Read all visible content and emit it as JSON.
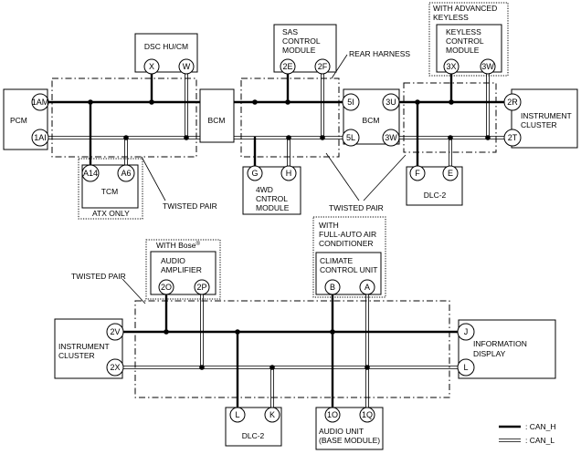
{
  "modules": {
    "pcm": "PCM",
    "bcm_left": "BCM",
    "bcm_right": "BCM",
    "dsc": "DSC HU/CM",
    "sas": [
      "SAS",
      "CONTROL",
      "MODULE"
    ],
    "keyless": [
      "KEYLESS",
      "CONTROL",
      "MODULE"
    ],
    "instrument_top": [
      "INSTRUMENT",
      "CLUSTER"
    ],
    "instrument_bottom": [
      "INSTRUMENT",
      "CLUSTER"
    ],
    "tcm": "TCM",
    "fwd": [
      "4WD",
      "CNTROL",
      "MODULE"
    ],
    "dlc_top": "DLC-2",
    "dlc_bottom": "DLC-2",
    "audio_amp": [
      "AUDIO",
      "AMPLIFIER"
    ],
    "climate": [
      "CLIMATE",
      "CONTROL UNIT"
    ],
    "info": [
      "INFORMATION",
      "DISPLAY"
    ],
    "audio_unit": [
      "AUDIO UNIT",
      "(BASE MODULE)"
    ]
  },
  "pins": {
    "pcm_1am": "1AM",
    "pcm_1ai": "1AI",
    "dsc_x": "X",
    "dsc_w": "W",
    "sas_2e": "2E",
    "sas_2f": "2F",
    "bcm_5i": "5I",
    "bcm_5l": "5L",
    "bcm_3u": "3U",
    "bcm_3w": "3W",
    "keyless_3x": "3X",
    "keyless_3w": "3W",
    "ic_2r": "2R",
    "ic_2t": "2T",
    "tcm_a14": "A14",
    "tcm_a6": "A6",
    "fwd_g": "G",
    "fwd_h": "H",
    "dlc_f": "F",
    "dlc_e": "E",
    "amp_2o": "2O",
    "amp_2p": "2P",
    "clim_b": "B",
    "clim_a": "A",
    "ic_2v": "2V",
    "ic_2x": "2X",
    "info_j": "J",
    "info_l": "L",
    "dlc_l": "L",
    "dlc_k": "K",
    "audio_1o": "1O",
    "audio_1q": "1Q"
  },
  "labels": {
    "with_advanced_keyless": [
      "WITH ADVANCED",
      "KEYLESS"
    ],
    "rear_harness": "REAR HARNESS",
    "twisted_pair_1": "TWISTED PAIR",
    "twisted_pair_2": "TWISTED PAIR",
    "twisted_pair_3": "TWISTED PAIR",
    "atx_only": "ATX ONLY",
    "with_bose": "WITH Bose",
    "with_bose_reg": "®",
    "with_fullauto": [
      "WITH",
      "FULL-AUTO AIR",
      "CONDITIONER"
    ]
  },
  "legend": {
    "can_h": ": CAN_H",
    "can_l": ": CAN_L"
  }
}
